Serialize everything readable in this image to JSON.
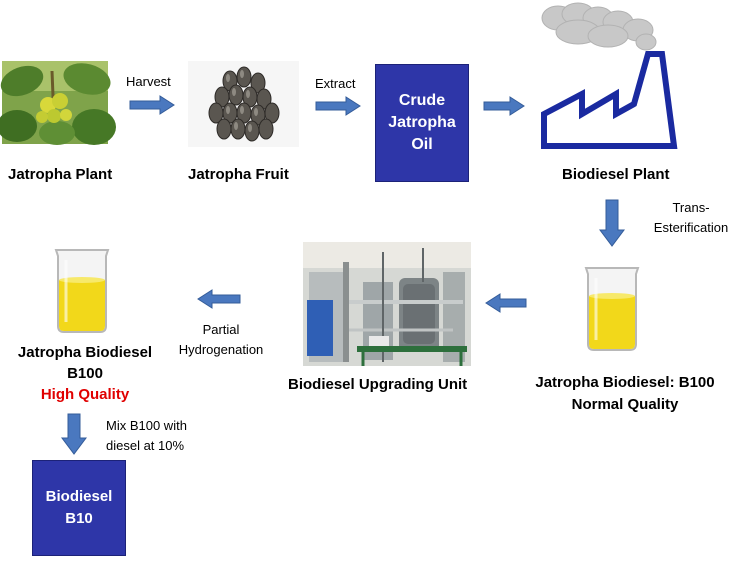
{
  "nodes": {
    "plant": "Jatropha Plant",
    "fruit": "Jatropha Fruit",
    "crude_oil": [
      "Crude",
      "Jatropha",
      "Oil"
    ],
    "biodiesel_plant": "Biodiesel Plant",
    "normal_quality": [
      "Jatropha Biodiesel: B100",
      "Normal Quality"
    ],
    "upgrading_unit": "Biodiesel Upgrading Unit",
    "high_quality": [
      "Jatropha Biodiesel",
      "B100",
      "High Quality"
    ],
    "b10": [
      "Biodiesel",
      "B10"
    ]
  },
  "edges": {
    "harvest": "Harvest",
    "extract": "Extract",
    "trans": [
      "Trans-",
      "Esterification"
    ],
    "partial": [
      "Partial",
      "Hydrogenation"
    ],
    "mix": [
      "Mix B100 with",
      "diesel at 10%"
    ]
  },
  "colors": {
    "box": "#2e36a8",
    "arrow": "#4a78bf",
    "high_quality_text": "#e00000",
    "factory": "#1a2aa0",
    "smoke": "#c8c8c8"
  },
  "icons": [
    "leaf-photo",
    "seeds-photo",
    "factory-icon",
    "beaker-icon",
    "machine-photo"
  ]
}
